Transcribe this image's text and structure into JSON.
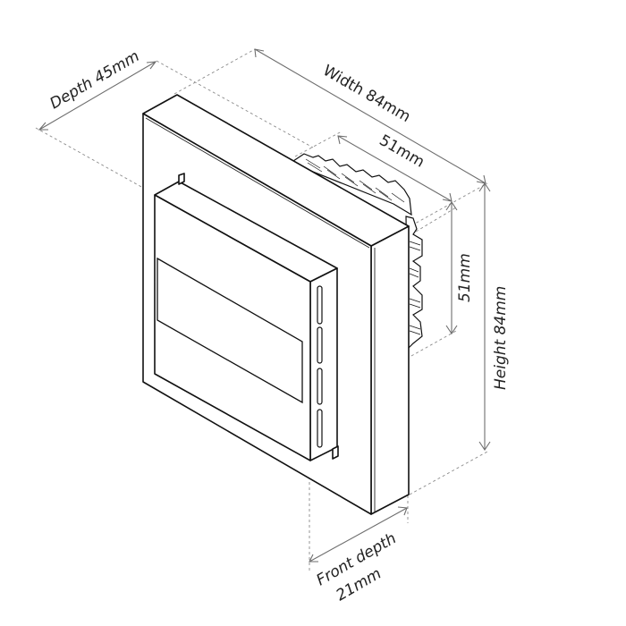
{
  "drawing": {
    "subject": "Wall-mounted device isometric dimension drawing",
    "line_color": "#111111",
    "dimension_color": "#6e6e6e",
    "guide_color": "#8a8a8a",
    "background": "#ffffff"
  },
  "dimensions": {
    "depth": {
      "label": "Depth 45mm",
      "value_mm": 45
    },
    "width": {
      "label": "Width 84mm",
      "value_mm": 84
    },
    "inner_width": {
      "label": "51mm",
      "value_mm": 51
    },
    "inner_height": {
      "label": "51mm",
      "value_mm": 51
    },
    "height": {
      "label": "Height 84mm",
      "value_mm": 84
    },
    "front_depth": {
      "line1": "Front depth",
      "line2": "21mm",
      "value_mm": 21
    }
  }
}
